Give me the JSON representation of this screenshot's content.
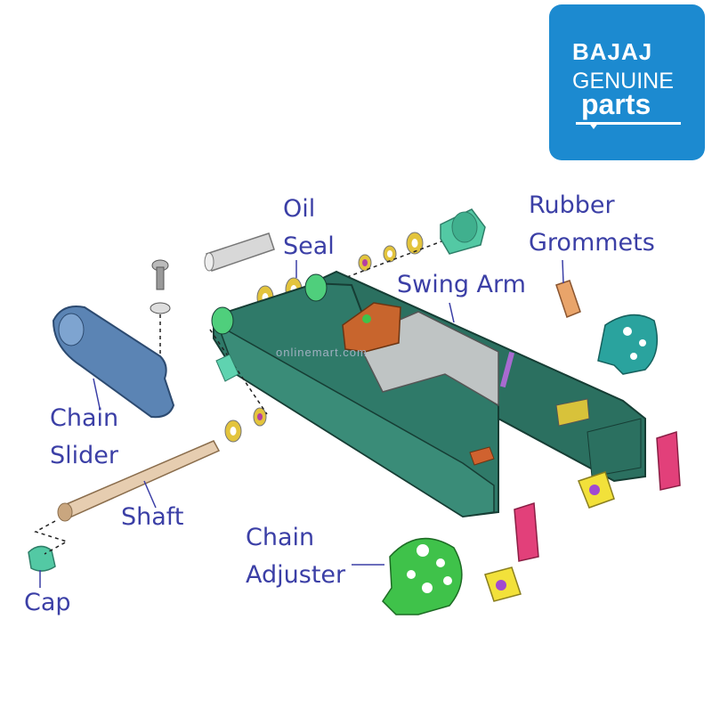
{
  "logo": {
    "brand": "BAJAJ",
    "line2": "GENUINE",
    "line3": "parts",
    "bg_color": "#1c8ad0"
  },
  "watermark": "onlinemart.com",
  "labels": {
    "oil_seal_1": "Oil",
    "oil_seal_2": "Seal",
    "rubber_grommets_1": "Rubber",
    "rubber_grommets_2": "Grommets",
    "swing_arm": "Swing Arm",
    "chain_slider_1": "Chain",
    "chain_slider_2": "Slider",
    "shaft": "Shaft",
    "chain_adjuster_1": "Chain",
    "chain_adjuster_2": "Adjuster",
    "cap": "Cap"
  },
  "colors": {
    "label_text": "#3b3fa6",
    "swing_arm": "#2f7a69",
    "chain_slider": "#5b84b4",
    "chain_adjuster": "#3fc24a",
    "seal_washer": "#e3c43c",
    "grommet": "#e9a46a",
    "cap": "#53c9a4",
    "pink_part": "#e2407a",
    "bracket": "#c8652d"
  }
}
